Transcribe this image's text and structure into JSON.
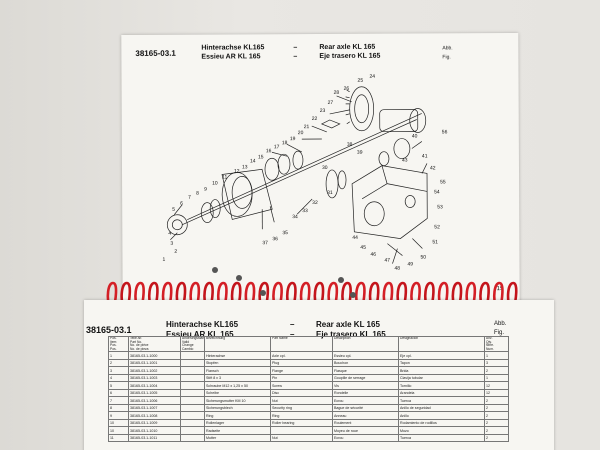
{
  "top_header": {
    "number": "38165-03.1",
    "de_title": "Hinterachse  KL165",
    "fr_title": "Essieu AR KL 165",
    "dash1": "–",
    "dash2": "–",
    "en_title": "Rear axle KL 165",
    "es_title": "Eje trasero KL 165",
    "abb": "Abb.",
    "fig": "Fig."
  },
  "top_page_number": "15",
  "bottom_header": {
    "number": "38165-03.1",
    "de_title": "Hinterachse  KL165",
    "fr_title": "Essieu AR KL 165",
    "dash1": "–",
    "dash2": "–",
    "en_title": "Rear axle KL 165",
    "es_title": "Eje trasero KL 165",
    "abb": "Abb.",
    "fig": "Fig."
  },
  "callouts": [
    "28",
    "26",
    "25",
    "24",
    "27",
    "23",
    "22",
    "21",
    "20",
    "19",
    "18",
    "17",
    "16",
    "15",
    "14",
    "13",
    "12",
    "11",
    "10",
    "9",
    "8",
    "7",
    "6",
    "5",
    "4",
    "3",
    "2",
    "1",
    "30",
    "31",
    "32",
    "33",
    "34",
    "35",
    "36",
    "37",
    "38",
    "39",
    "40",
    "41",
    "42",
    "43",
    "44",
    "45",
    "46",
    "47",
    "48",
    "49",
    "50",
    "51",
    "52",
    "53",
    "54",
    "55",
    "56"
  ],
  "table": {
    "headers": [
      "Pos.\nItem\nPos.\nPos.",
      "Teile-Nr.\nPart No.\nNo. de pièce\nNo. de pieza",
      "Änderungsstand\nValid\nChange\nCambio",
      "Bezeichnung",
      "Part Name",
      "Description",
      "Designación",
      "Anz.\nQty.\nNbre.\nNum."
    ],
    "rows": [
      [
        "1",
        "38165-03.1-1000",
        "",
        "Hinterachse",
        "Axle cpl.",
        "Essieu cpl.",
        "Eje cpl.",
        "1"
      ],
      [
        "2",
        "38165-03.1-1001",
        "",
        "Stopfen",
        "Plug",
        "Bouchon",
        "Tapon",
        "3"
      ],
      [
        "3",
        "38165-03.1-1002",
        "",
        "Flansch",
        "Flange",
        "Flasque",
        "Brida",
        "2"
      ],
      [
        "4",
        "38165-03.1-1003",
        "",
        "Stift 8 x 3",
        "Pin",
        "Goupille de serrage",
        "Clavija tubular",
        "1"
      ],
      [
        "5",
        "38165-03.1-1004",
        "",
        "Schraube M12 x 1,25 x 50",
        "Screw",
        "Vis",
        "Tornillo",
        "12"
      ],
      [
        "6",
        "38165-03.1-1005",
        "",
        "Scheibe",
        "Disc",
        "Rondelle",
        "Arandela",
        "12"
      ],
      [
        "7",
        "38165-03.1-1006",
        "",
        "Sicherungsmutter KM 10",
        "Nut",
        "Ecrou",
        "Tuerca",
        "2"
      ],
      [
        "8",
        "38165-03.1-1007",
        "",
        "Sicherungsblech",
        "Security ring",
        "Bague de sécurité",
        "Anillo de seguridad",
        "2"
      ],
      [
        "9",
        "38165-03.1-1008",
        "",
        "Ring",
        "Ring",
        "Anneau",
        "Anillo",
        "2"
      ],
      [
        "10",
        "38165-03.1-1009",
        "",
        "Rollenlager",
        "Roller bearing",
        "Roulement",
        "Rodamiento de rodillos",
        "2"
      ],
      [
        "10",
        "38165-03.1-1010",
        "",
        "Radseite",
        "",
        "Moyeu de roue",
        "Mozo",
        "2"
      ],
      [
        "11",
        "38165-03.1-1011",
        "",
        "Mutter",
        "Nut",
        "Ecrou",
        "Tuerca",
        "2"
      ]
    ]
  }
}
